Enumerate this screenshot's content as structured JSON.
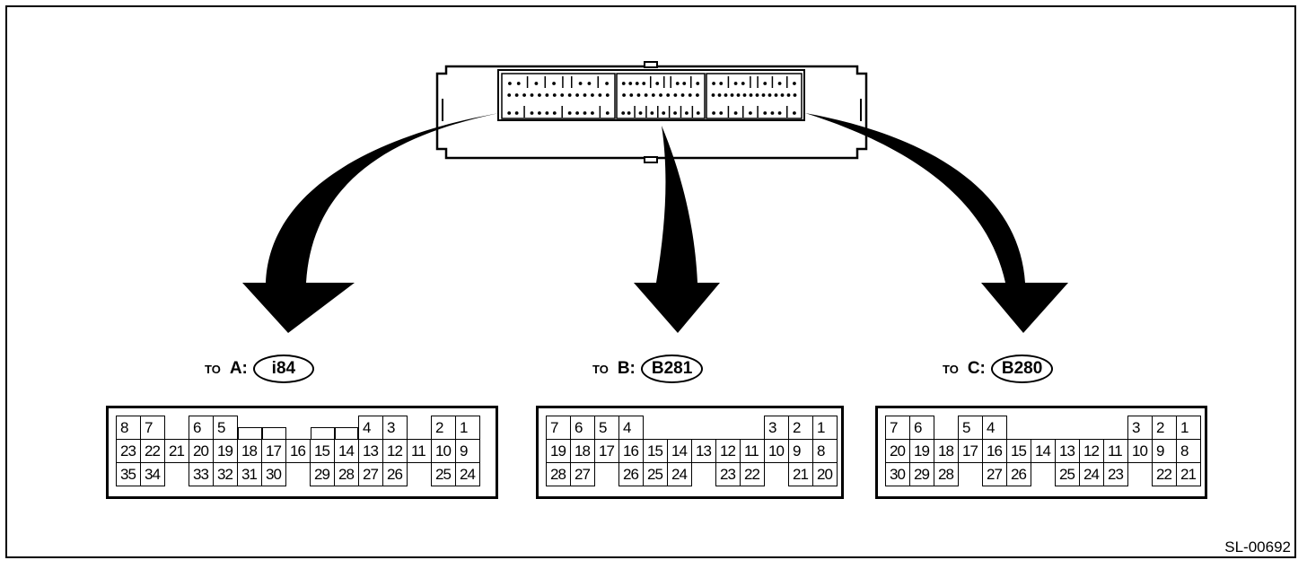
{
  "unit": {
    "pin_groups": [
      {
        "rows": [
          "oo|o|o||oo|o",
          "oooooooooooooo",
          "oo|oooo|oooo|o"
        ]
      },
      {
        "rows": [
          "oooo|o||oo|o",
          "ooooooooooo",
          "oo|o|o|o|o|o|o"
        ]
      },
      {
        "rows": [
          "oo|oo||o|o|o",
          "oooooooooooooo",
          "oo|o|o|ooo|o"
        ]
      }
    ]
  },
  "connectors": [
    {
      "to_word": "TO",
      "side": "A:",
      "code": "i84",
      "rows": [
        [
          "8",
          "7",
          "",
          "6",
          "5",
          "#",
          "#",
          "",
          "#",
          "#",
          "4",
          "3",
          "",
          "2",
          "1"
        ],
        [
          "23",
          "22",
          "21",
          "20",
          "19",
          "18",
          "17",
          "16",
          "15",
          "14",
          "13",
          "12",
          "11",
          "10",
          "9"
        ],
        [
          "35",
          "34",
          "",
          "33",
          "32",
          "31",
          "30",
          "",
          "29",
          "28",
          "27",
          "26",
          "",
          "25",
          "24"
        ]
      ]
    },
    {
      "to_word": "TO",
      "side": "B:",
      "code": "B281",
      "rows": [
        [
          "7",
          "6",
          "5",
          "4",
          "",
          "",
          "",
          "",
          "",
          "3",
          "2",
          "1"
        ],
        [
          "19",
          "18",
          "17",
          "16",
          "15",
          "14",
          "13",
          "12",
          "11",
          "10",
          "9",
          "8"
        ],
        [
          "28",
          "27",
          "",
          "26",
          "25",
          "24",
          "",
          "23",
          "22",
          "",
          "21",
          "20"
        ]
      ]
    },
    {
      "to_word": "TO",
      "side": "C:",
      "code": "B280",
      "rows": [
        [
          "7",
          "6",
          "",
          "5",
          "4",
          "",
          "",
          "",
          "",
          "",
          "3",
          "2",
          "1"
        ],
        [
          "20",
          "19",
          "18",
          "17",
          "16",
          "15",
          "14",
          "13",
          "12",
          "11",
          "10",
          "9",
          "8"
        ],
        [
          "30",
          "29",
          "28",
          "",
          "27",
          "26",
          "",
          "25",
          "24",
          "23",
          "",
          "22",
          "21"
        ]
      ]
    }
  ],
  "figure_id": "SL-00692"
}
